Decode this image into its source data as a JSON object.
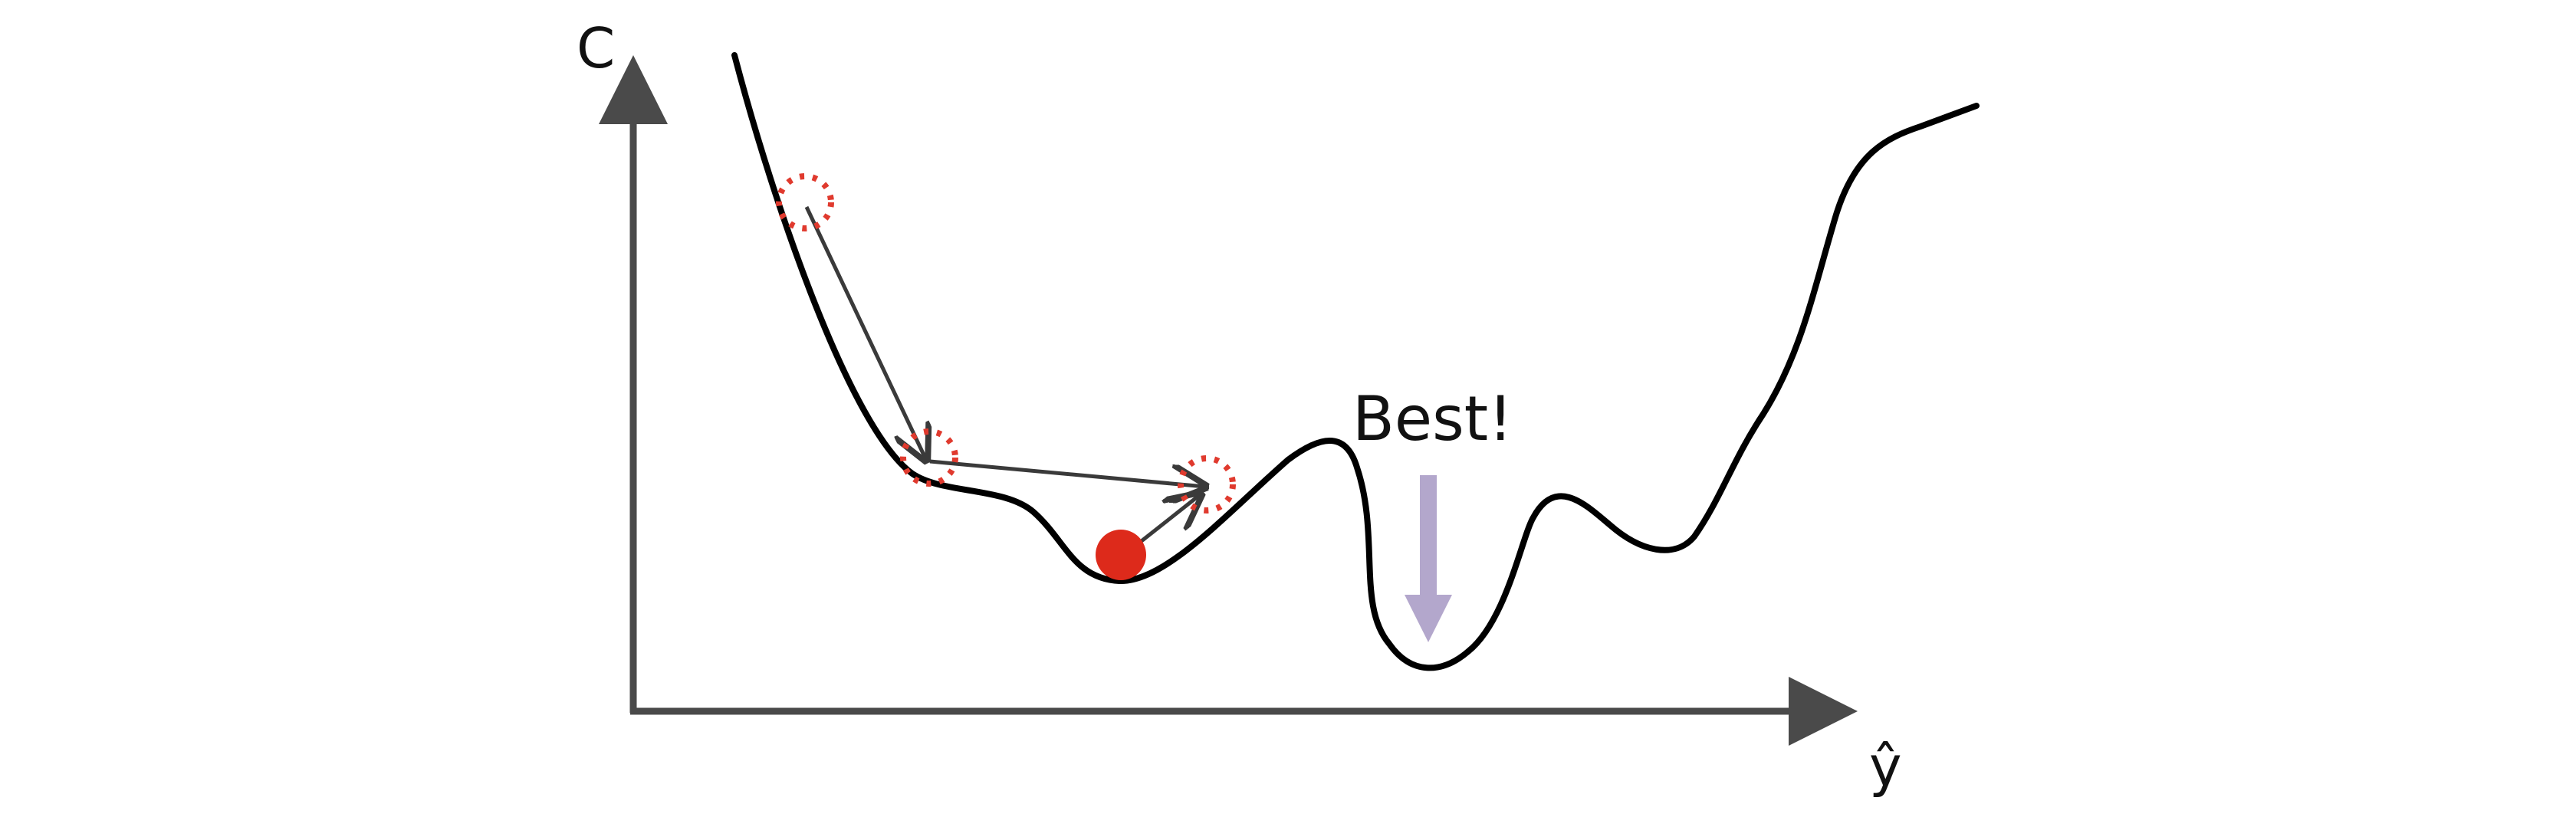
{
  "axes": {
    "y_label": "C",
    "x_label": "ŷ"
  },
  "annotation": {
    "text": "Best!",
    "arrow_color": "#b3a7cc"
  },
  "colors": {
    "curve": "#000000",
    "axis": "#4a4a4a",
    "step_arrow": "#3a3a3a",
    "ball": "#dd2a1b",
    "dotted_circle": "#e03a2e"
  },
  "icons": {
    "ball": "filled-red-circle",
    "previous_positions": "dotted-red-circle"
  }
}
